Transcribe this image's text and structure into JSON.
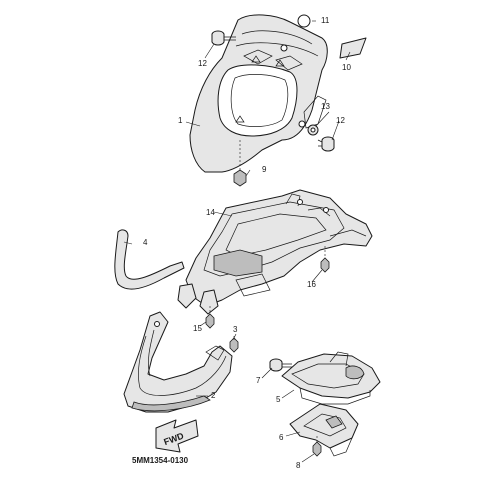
{
  "diagram": {
    "code": "5MM1354-0130",
    "fwd_label": "FWD",
    "callouts": [
      "1",
      "2",
      "3",
      "4",
      "5",
      "6",
      "7",
      "8",
      "9",
      "10",
      "11",
      "12",
      "12",
      "13",
      "14",
      "15",
      "16"
    ]
  },
  "colors": {
    "line": "#1a1a1a",
    "part_fill": "#e6e6e6",
    "shade": "#bdbdbd",
    "background": "#ffffff"
  }
}
